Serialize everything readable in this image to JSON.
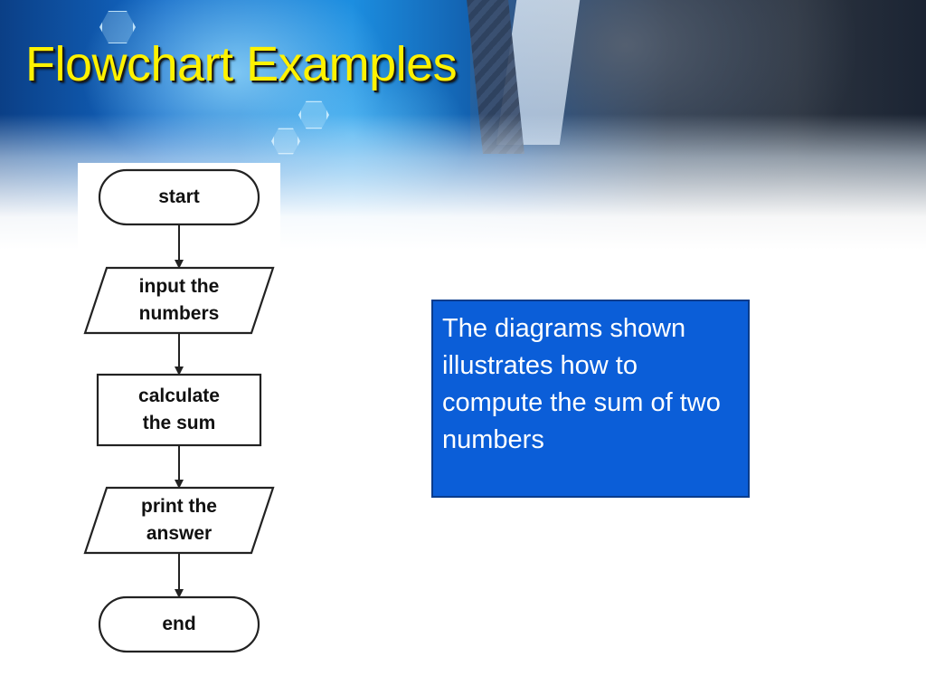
{
  "slide": {
    "title": "Flowchart Examples",
    "caption": "The diagrams shown illustrates how to compute the sum of two numbers"
  },
  "flowchart": {
    "nodes": [
      {
        "id": "start",
        "shape": "terminal",
        "label": "start"
      },
      {
        "id": "input",
        "shape": "parallelogram",
        "label": "input the\nnumbers"
      },
      {
        "id": "calc",
        "shape": "process",
        "label": "calculate\nthe sum"
      },
      {
        "id": "print",
        "shape": "parallelogram",
        "label": "print the\nanswer"
      },
      {
        "id": "end",
        "shape": "terminal",
        "label": "end"
      }
    ],
    "edges": [
      {
        "from": "start",
        "to": "input"
      },
      {
        "from": "input",
        "to": "calc"
      },
      {
        "from": "calc",
        "to": "print"
      },
      {
        "from": "print",
        "to": "end"
      }
    ]
  },
  "colors": {
    "title": "#fff200",
    "caption_bg": "#0b5ed8",
    "caption_text": "#ffffff",
    "flow_stroke": "#222222"
  }
}
